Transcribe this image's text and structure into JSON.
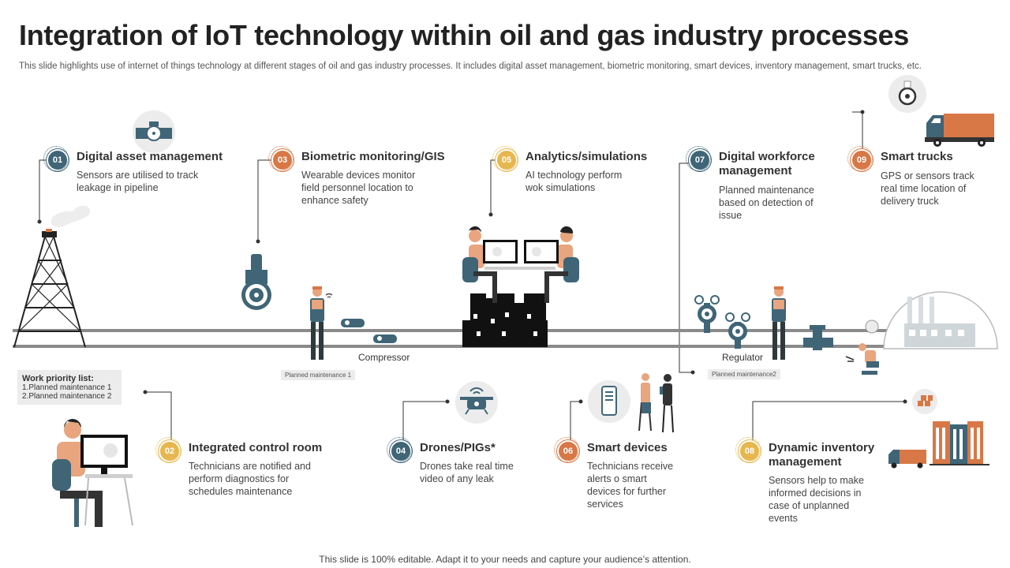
{
  "title": "Integration of IoT technology within oil and gas industry processes",
  "subtitle": "This slide highlights use of internet of things technology at different stages of oil and gas industry processes. It includes digital asset management, biometric monitoring, smart devices, inventory management, smart trucks, etc.",
  "footer": "This slide is 100% editable. Adapt it to your needs and capture your audience’s attention.",
  "colors": {
    "blue": "#3f6577",
    "orange": "#d77846",
    "yellow": "#e6b74f",
    "skin": "#e8a57e",
    "pipe": "#7f7f7f"
  },
  "steps": [
    {
      "number": "01",
      "title": "Digital asset management",
      "description": "Sensors are utilised to track leakage in pipeline",
      "icon": "valve-icon"
    },
    {
      "number": "02",
      "title": "Integrated control room",
      "description": "Technicians are notified and perform diagnostics for schedules maintenance"
    },
    {
      "number": "03",
      "title": "Biometric monitoring/GIS",
      "description": "Wearable devices monitor field  personnel location to enhance safety"
    },
    {
      "number": "04",
      "title": "Drones/PIGs*",
      "description": "Drones take real time video of any leak",
      "icon": "drone-icon"
    },
    {
      "number": "05",
      "title": "Analytics/simulations",
      "description": "AI technology perform wok simulations"
    },
    {
      "number": "06",
      "title": "Smart devices",
      "description": "Technicians receive alerts o smart devices for further services",
      "icon": "smartphone-icon"
    },
    {
      "number": "07",
      "title": "Digital workforce management",
      "description": "Planned maintenance based on detection of issue"
    },
    {
      "number": "08",
      "title": "Dynamic inventory management",
      "description": "Sensors help to make informed decisions in case of unplanned events",
      "icon": "boxes-icon"
    },
    {
      "number": "09",
      "title": "Smart trucks",
      "description": "GPS or sensors track real time location of delivery truck",
      "icon": "steering-wheel-icon"
    }
  ],
  "labels": {
    "compressor": "Compressor",
    "regulator": "Regulator",
    "planned_1": "Planned  maintenance  1",
    "planned_2": "Planned  maintenance2"
  },
  "work_priority": {
    "title": "Work priority  list:",
    "items": [
      "1.Planned maintenance 1",
      "2.Planned maintenance 2"
    ]
  }
}
